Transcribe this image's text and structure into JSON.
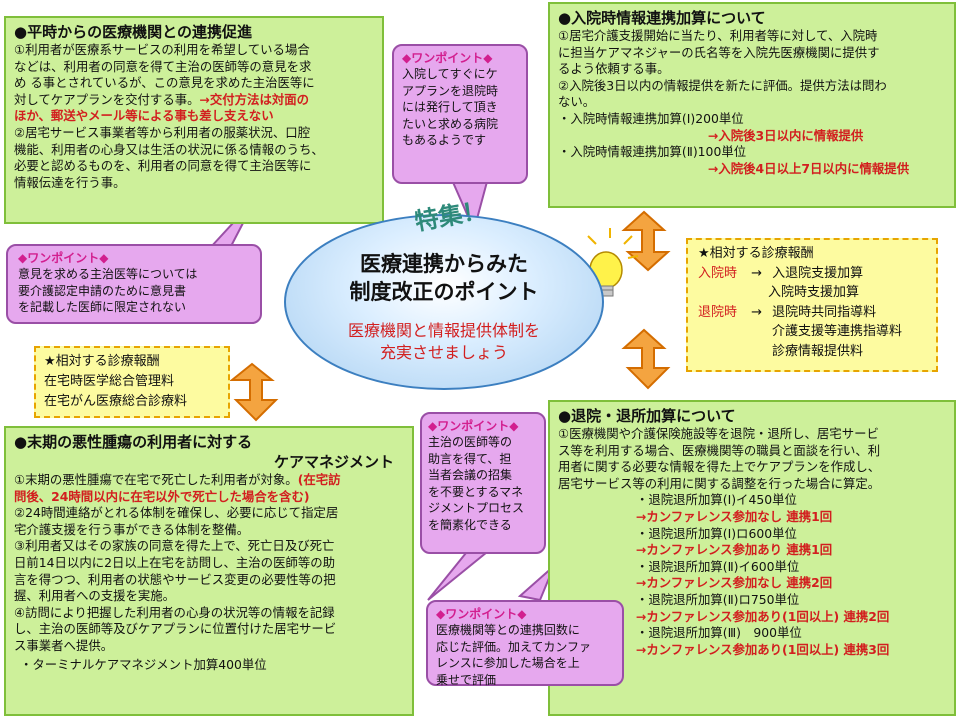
{
  "center": {
    "tokushu": "特集！",
    "title_line1": "医療連携からみた",
    "title_line2": "制度改正のポイント",
    "sub_line1": "医療機関と情報提供体制を",
    "sub_line2": "充実させましょう"
  },
  "box_tl": {
    "title": "●平時からの医療機関との連携促進",
    "lines": [
      "①利用者が医療系サービスの利用を希望している場合",
      "などは、利用者の同意を得て主治の医師等の意見を求",
      "め る事とされているが、この意見を求めた主治医等に",
      "対してケアプランを交付する事。"
    ],
    "red_inline": "→交付方法は対面の",
    "red_line": "ほか、郵送やメール等による事も差し支えない",
    "lines2": [
      "②居宅サービス事業者等から利用者の服薬状況、口腔",
      "機能、利用者の心身又は生活の状況に係る情報のうち、",
      "必要と認めるものを、利用者の同意を得て主治医等に",
      "情報伝達を行う事。"
    ]
  },
  "bubble_tl": {
    "head": "◆ワンポイント◆",
    "lines": [
      "意見を求める主治医等については",
      "要介護認定申請のために意見書",
      "を記載した医師に限定されない"
    ]
  },
  "bubble_tc": {
    "head": "◆ワンポイント◆",
    "lines": [
      "入院してすぐにケ",
      "アプランを退院時",
      "には発行して頂き",
      "たいと求める病院",
      "もあるようです"
    ]
  },
  "box_tr": {
    "title": "●入院時情報連携加算について",
    "lines": [
      "①居宅介護支援開始に当たり、利用者等に対して、入院時",
      "に担当ケアマネジャーの氏名等を入院先医療機関に提供す",
      "るよう依頼する事。",
      "②入院後3日以内の情報提供を新たに評価。提供方法は問わ",
      "ない。"
    ],
    "item1": "・入院時情報連携加算(Ⅰ)200単位",
    "item1_red": "→入院後3日以内に情報提供",
    "item2": "・入院時情報連携加算(Ⅱ)100単位",
    "item2_red": "→入院後4日以上7日以内に情報提供"
  },
  "box_mr": {
    "head": "★相対する診療報酬",
    "nyuin_label": "入院時",
    "arrow": "→",
    "nyuin_items": [
      "入退院支援加算",
      "入院時支援加算"
    ],
    "taiin_label": "退院時",
    "taiin_items": [
      "退院時共同指導料",
      "介護支援等連携指導料",
      "診療情報提供料"
    ]
  },
  "box_ml": {
    "head": "★相対する診療報酬",
    "items": [
      "在宅時医学総合管理料",
      "在宅がん医療総合診療料"
    ]
  },
  "box_bl": {
    "title1": "●末期の悪性腫瘍の利用者に対する",
    "title2": "ケアマネジメント",
    "l1": "①末期の悪性腫瘍で在宅で死亡した利用者が対象。",
    "l1_red": "(在宅訪",
    "l2_red": "問後、24時間以内に在宅以外で死亡した場合を含む)",
    "lines": [
      "②24時間連絡がとれる体制を確保し、必要に応じて指定居",
      "宅介護支援を行う事ができる体制を整備。",
      "③利用者又はその家族の同意を得た上で、死亡日及び死亡",
      "日前14日以内に2日以上在宅を訪問し、主治の医師等の助",
      "言を得つつ、利用者の状態やサービス変更の必要性等の把",
      "握、利用者への支援を実施。",
      "④訪問により把握した利用者の心身の状況等の情報を記録",
      "し、主治の医師等及びケアプランに位置付けた居宅サービ",
      "ス事業者へ提供。"
    ],
    "last": "・ターミナルケアマネジメント加算400単位"
  },
  "bubble_bc": {
    "head": "◆ワンポイント◆",
    "lines": [
      "主治の医師等の",
      "助言を得て、担",
      "当者会議の招集",
      "を不要とするマネ",
      "ジメントプロセス",
      "を簡素化できる"
    ]
  },
  "box_br": {
    "title": "●退院・退所加算について",
    "lines": [
      "①医療機関や介護保険施設等を退院・退所し、居宅サービ",
      "ス等を利用する場合、医療機関等の職員と面談を行い、利",
      "用者に関する必要な情報を得た上でケアプランを作成し、",
      "居宅サービス等の利用に関する調整を行った場合に算定。"
    ],
    "items": [
      {
        "name": "・退院退所加算(Ⅰ)イ450単位",
        "red": "→カンファレンス参加なし 連携1回"
      },
      {
        "name": "・退院退所加算(Ⅰ)ロ600単位",
        "red": "→カンファレンス参加あり 連携1回"
      },
      {
        "name": "・退院退所加算(Ⅱ)イ600単位",
        "red": "→カンファレンス参加なし 連携2回"
      },
      {
        "name": "・退院退所加算(Ⅱ)ロ750単位",
        "red": "→カンファレンス参加あり(1回以上) 連携2回"
      },
      {
        "name": "・退院退所加算(Ⅲ)　900単位",
        "red": "→カンファレンス参加あり(1回以上) 連携3回"
      }
    ]
  },
  "bubble_br": {
    "head": "◆ワンポイント◆",
    "lines": [
      "医療機関等との連携回数に",
      "応じた評価。加えてカンファ",
      "レンスに参加した場合を上",
      "乗せで評価"
    ]
  },
  "colors": {
    "accent": "#d21f1f",
    "green_fill": "#cdf09a",
    "pink_fill": "#e6a8ee",
    "yellow_fill": "#fdfba0",
    "arrow": "#f08a1e"
  }
}
